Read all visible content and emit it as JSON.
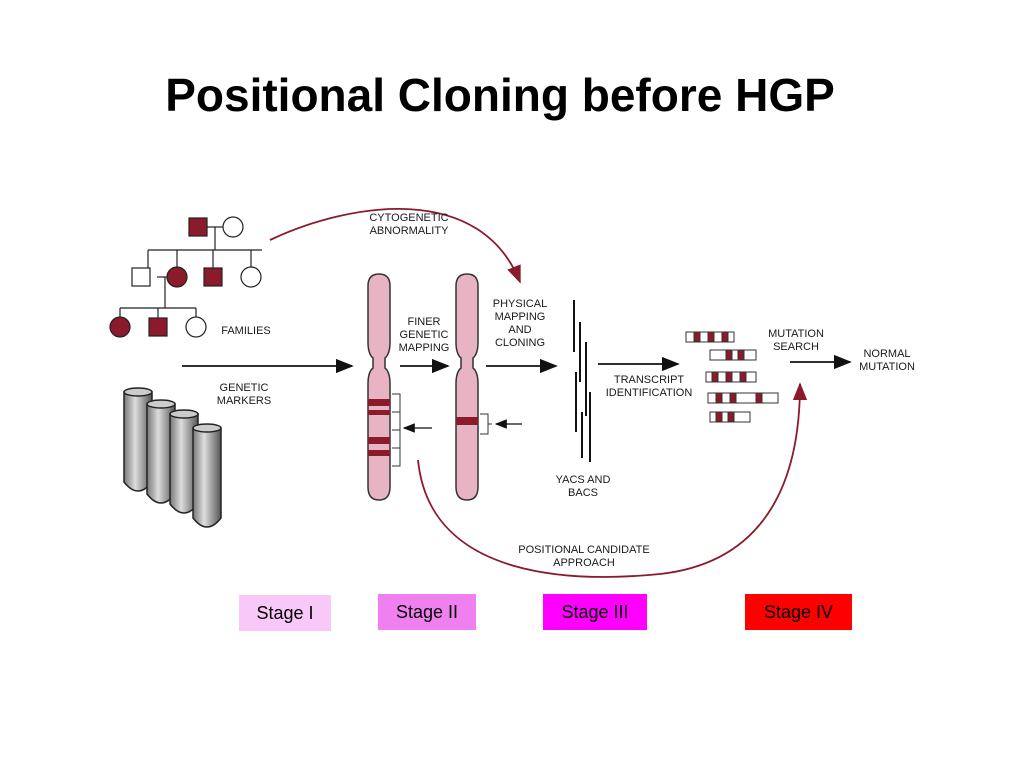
{
  "title": "Positional Cloning  before HGP",
  "diagram": {
    "labels": {
      "cytogenetic": "CYTOGENETIC\nABNORMALITY",
      "families": "FAMILIES",
      "genetic_markers": "GENETIC\nMARKERS",
      "finer_mapping": "FINER\nGENETIC\nMAPPING",
      "physical_mapping": "PHYSICAL\nMAPPING\nAND\nCLONING",
      "yacs_bacs": "YACs AND\nBACs",
      "transcript": "TRANSCRIPT\nIDENTIFICATION",
      "mutation_search": "MUTATION\nSEARCH",
      "normal_mutation": "NORMAL\nMUTATION",
      "positional_candidate": "POSITIONAL CANDIDATE\nAPPROACH"
    },
    "colors": {
      "affected": "#8b1a2b",
      "chromosome_fill": "#e8b4c4",
      "arrow": "#8b1a2b"
    }
  },
  "stages": [
    {
      "label": "Stage I",
      "color": "#f8c8f8"
    },
    {
      "label": "Stage II",
      "color": "#f080f0"
    },
    {
      "label": "Stage III",
      "color": "#ff00ff"
    },
    {
      "label": "Stage IV",
      "color": "#ff0000"
    }
  ]
}
